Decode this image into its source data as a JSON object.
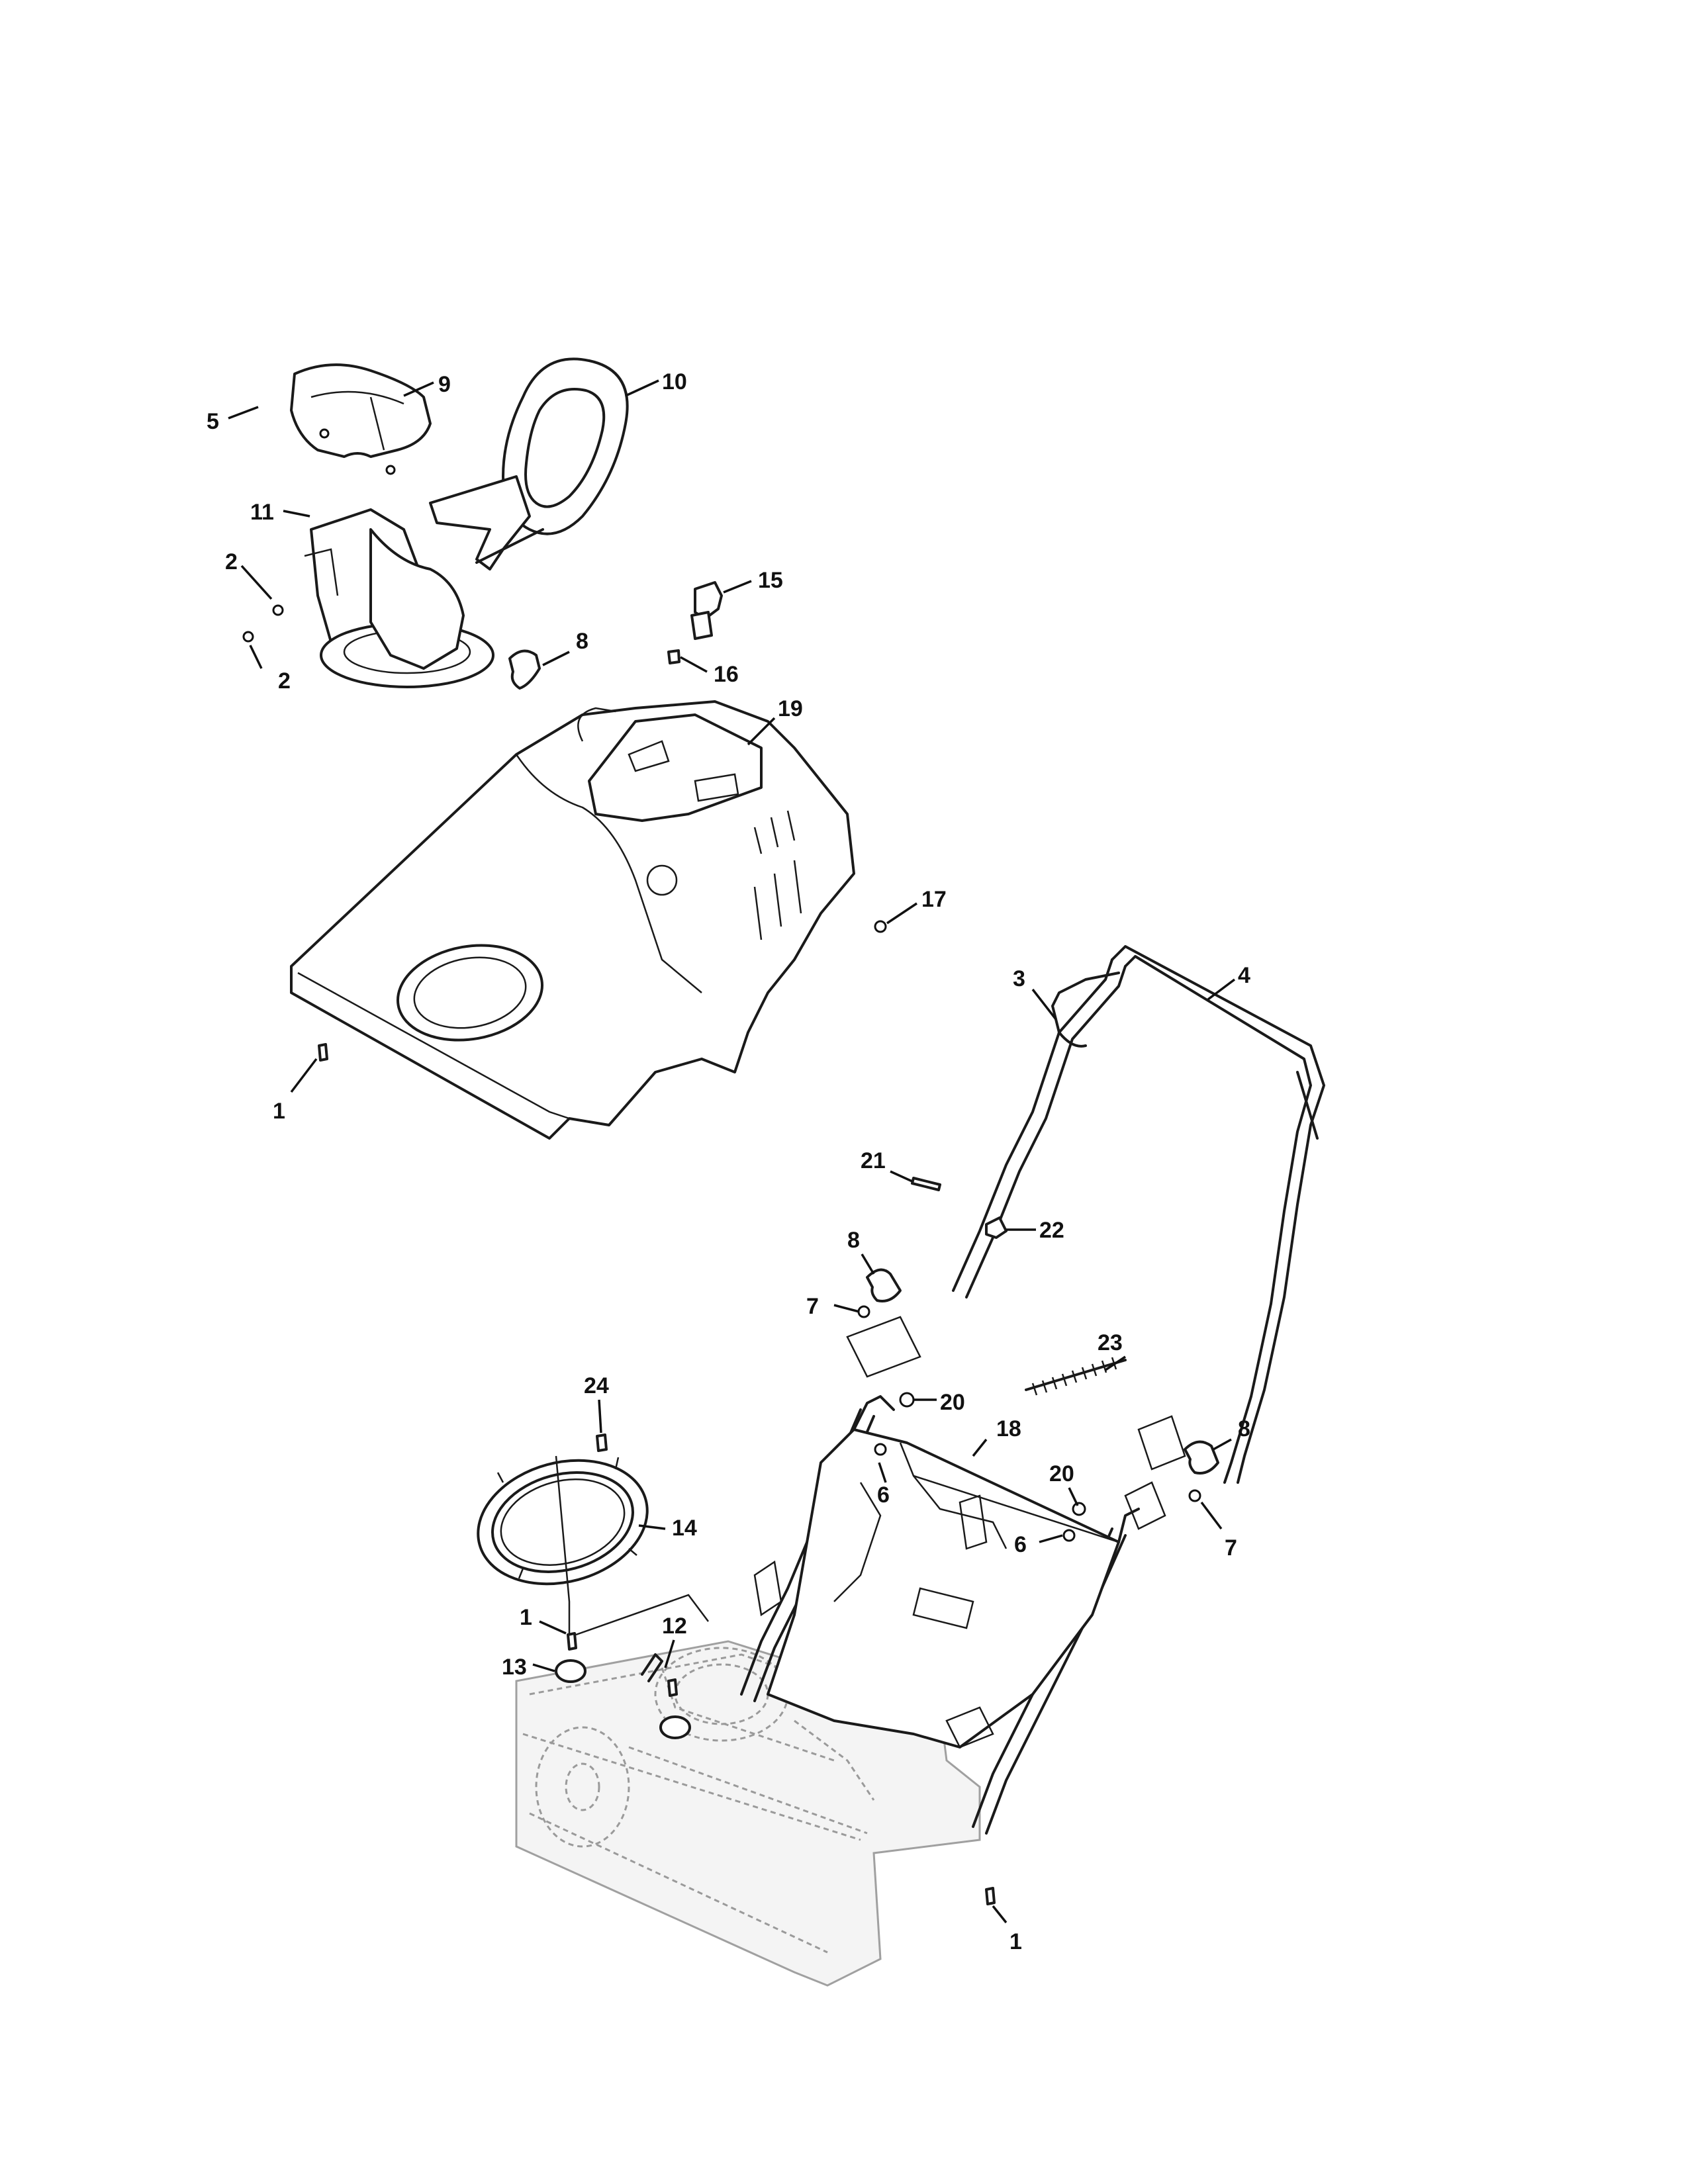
{
  "callouts": [
    {
      "label": "9"
    },
    {
      "label": "10"
    },
    {
      "label": "5"
    },
    {
      "label": "11"
    },
    {
      "label": "2"
    },
    {
      "label": "2"
    },
    {
      "label": "8"
    },
    {
      "label": "15"
    },
    {
      "label": "16"
    },
    {
      "label": "19"
    },
    {
      "label": "17"
    },
    {
      "label": "1"
    },
    {
      "label": "3"
    },
    {
      "label": "4"
    },
    {
      "label": "21"
    },
    {
      "label": "22"
    },
    {
      "label": "8"
    },
    {
      "label": "7"
    },
    {
      "label": "23"
    },
    {
      "label": "20"
    },
    {
      "label": "18"
    },
    {
      "label": "8"
    },
    {
      "label": "20"
    },
    {
      "label": "6"
    },
    {
      "label": "6"
    },
    {
      "label": "7"
    },
    {
      "label": "24"
    },
    {
      "label": "14"
    },
    {
      "label": "1"
    },
    {
      "label": "12"
    },
    {
      "label": "13"
    },
    {
      "label": "1"
    }
  ]
}
